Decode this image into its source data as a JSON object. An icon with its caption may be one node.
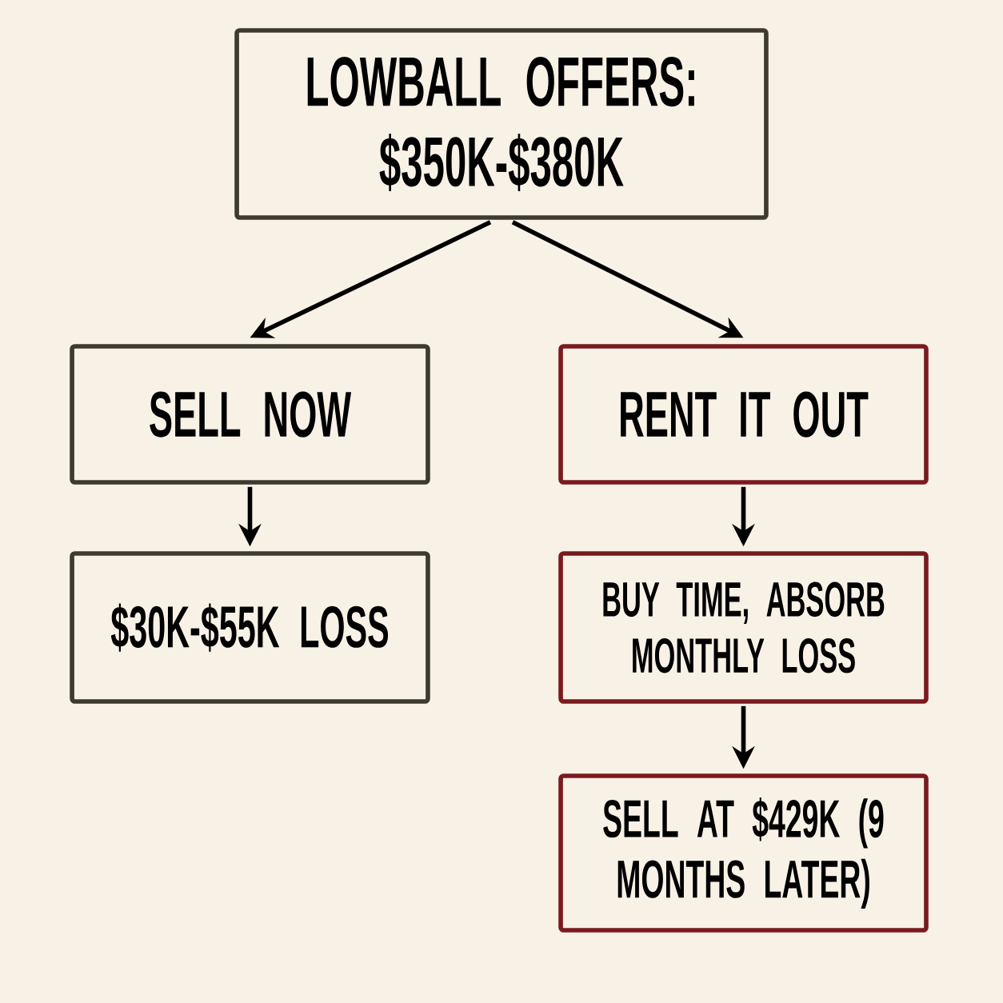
{
  "diagram": {
    "nodes": [
      {
        "text": [
          "LOWBALL OFFERS: $350K-$380K"
        ]
      },
      {
        "text": [
          "SELL NOW"
        ]
      },
      {
        "text": [
          "RENT IT OUT"
        ]
      },
      {
        "text": [
          "$30K-$55K LOSS"
        ]
      },
      {
        "text": [
          "BUY TIME, ABSORB MONTHLY LOSS"
        ]
      },
      {
        "text": [
          "SELL AT $429K (9 MONTHS LATER)"
        ]
      }
    ],
    "edges": [
      {
        "from": 0,
        "to": 1,
        "arrow": "to"
      },
      {
        "from": 0,
        "to": 2,
        "arrow": "to"
      },
      {
        "from": 1,
        "to": 3,
        "arrow": "to"
      },
      {
        "from": 2,
        "to": 4,
        "arrow": "to"
      },
      {
        "from": 4,
        "to": 5,
        "arrow": "to"
      }
    ]
  }
}
